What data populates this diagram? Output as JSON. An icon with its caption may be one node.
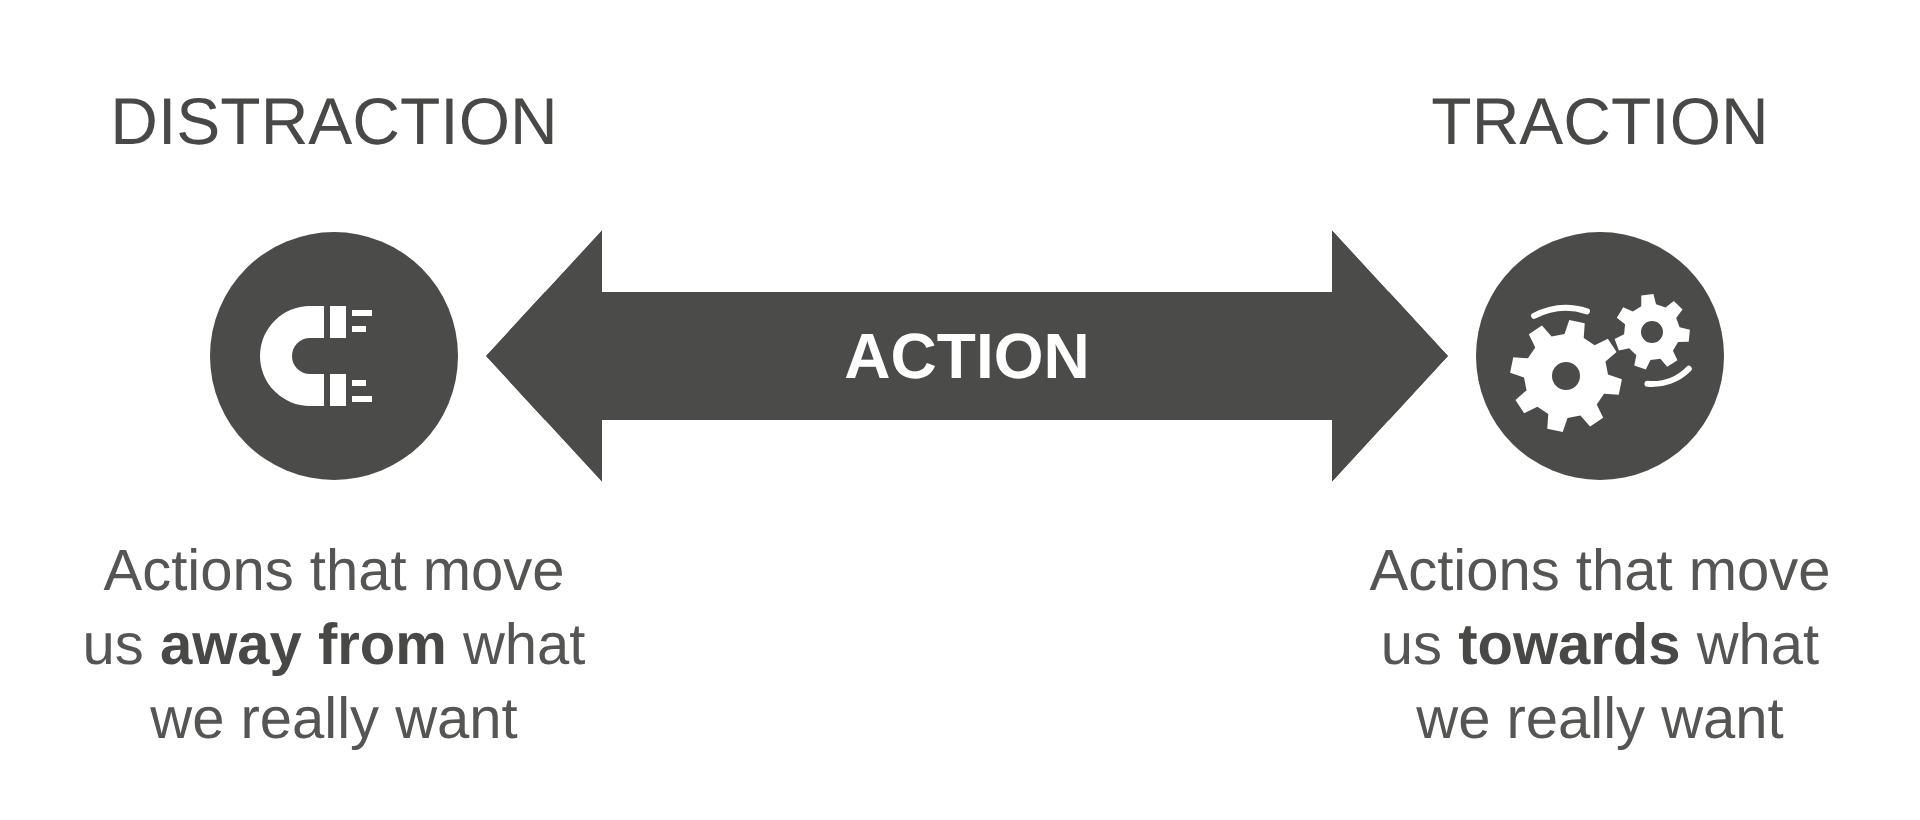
{
  "diagram": {
    "nodes": [
      {
        "text": [
          "DISTRACTION"
        ],
        "beside": [
          "Actions that move us **away from** what we really want"
        ]
      },
      {
        "text": [
          "TRACTION"
        ],
        "beside": [
          "Actions that move us **towards** what we really want"
        ]
      }
    ],
    "edges": [
      {
        "from": 0,
        "to": 1,
        "arrow": "both",
        "label": "ACTION"
      }
    ]
  }
}
